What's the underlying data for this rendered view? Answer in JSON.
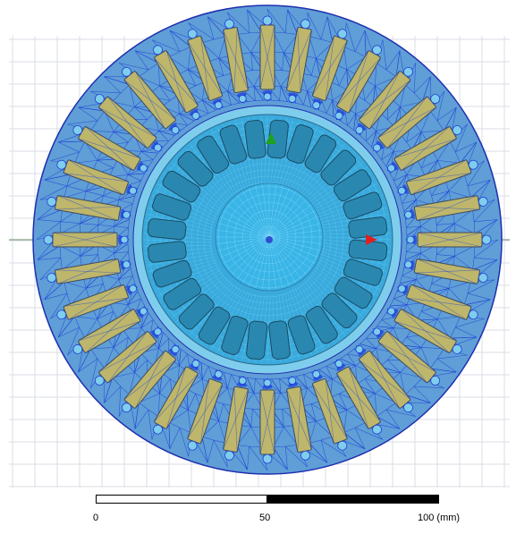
{
  "viewport": {
    "colors": {
      "background": "#ffffff",
      "grid": "#d9dde4",
      "outer_face": "#5f9ed6",
      "outer_edge": "#1f2fb0",
      "mesh": "#1d3fd8",
      "coil": "#bdb66b",
      "coil_edge": "#3f4a5f",
      "airgap": "#7fcdec",
      "rotor": "#3aa9dc",
      "rotor_bar": "#2a88b0",
      "shaft": "#39b4e6",
      "axis_x": "#e02020",
      "axis_y": "#20a020",
      "axis_z": "#2d4fd0"
    },
    "stator_slots": 36,
    "rotor_bars": 28,
    "icons": [
      "x-axis-arrow-icon",
      "y-axis-arrow-icon",
      "z-axis-origin-icon"
    ]
  },
  "scalebar": {
    "labels": [
      "0",
      "50",
      "100 (mm)"
    ]
  }
}
